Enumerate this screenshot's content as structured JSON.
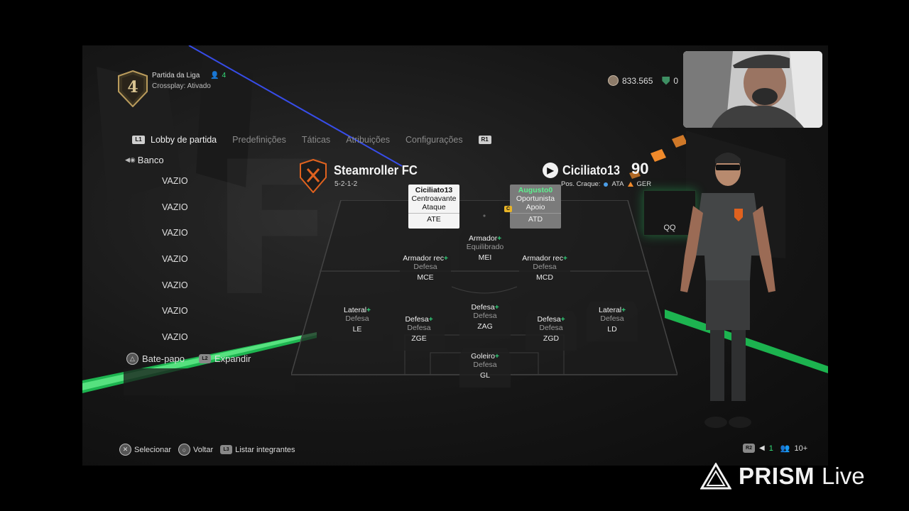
{
  "header": {
    "rank": "4",
    "mode_title": "Partida da Liga",
    "party_count": "4",
    "crossplay": "Crossplay: Ativado",
    "coins": "833.565",
    "points": "0"
  },
  "tabs": {
    "left_button": "L1",
    "right_button": "R1",
    "items": [
      "Lobby de partida",
      "Predefinições",
      "Táticas",
      "Atribuições",
      "Configurações"
    ]
  },
  "bench": {
    "label": "Banco",
    "slots": [
      "VAZIO",
      "VAZIO",
      "VAZIO",
      "VAZIO",
      "VAZIO",
      "VAZIO",
      "VAZIO"
    ]
  },
  "chat": {
    "chat_label": "Bate-papo",
    "expand_button": "L2",
    "expand_label": "Expandir"
  },
  "team": {
    "name": "Steamroller FC",
    "formation": "5-2-1-2"
  },
  "player": {
    "name": "Ciciliato13",
    "rating": "90",
    "pos_label": "Pos. Craque:",
    "pos_primary": "ATA",
    "pos_secondary": "GER",
    "chip": "QQ"
  },
  "lineup": [
    {
      "role": "Ciciliato13",
      "style": "Centroavante",
      "duty": "Ataque",
      "pos": "ATE"
    },
    {
      "role": "Augusto0",
      "style": "Oportunista",
      "duty": "Apoio",
      "pos": "ATD",
      "captain": "C"
    },
    {
      "role": "Armador",
      "style": "Equilibrado",
      "pos": "MEI"
    },
    {
      "role": "Armador rec",
      "style": "Defesa",
      "pos": "MCE"
    },
    {
      "role": "Armador rec",
      "style": "Defesa",
      "pos": "MCD"
    },
    {
      "role": "Lateral",
      "style": "Defesa",
      "pos": "LE"
    },
    {
      "role": "Defesa",
      "style": "Defesa",
      "pos": "ZGE"
    },
    {
      "role": "Defesa",
      "style": "Defesa",
      "pos": "ZAG"
    },
    {
      "role": "Defesa",
      "style": "Defesa",
      "pos": "ZGD"
    },
    {
      "role": "Lateral",
      "style": "Defesa",
      "pos": "LD"
    },
    {
      "role": "Goleiro",
      "style": "Defesa",
      "pos": "GL"
    }
  ],
  "footer": {
    "select": "Selecionar",
    "back": "Voltar",
    "list_button": "L3",
    "list": "Listar integrantes",
    "r2": "R2",
    "mic_count": "1",
    "members": "10+"
  },
  "overlay": {
    "brand": "PRISM",
    "live": "Live"
  },
  "colors": {
    "accent_green": "#34e07a",
    "captain_badge": "#e8b427",
    "stripe_orange": "#f08a2b"
  }
}
